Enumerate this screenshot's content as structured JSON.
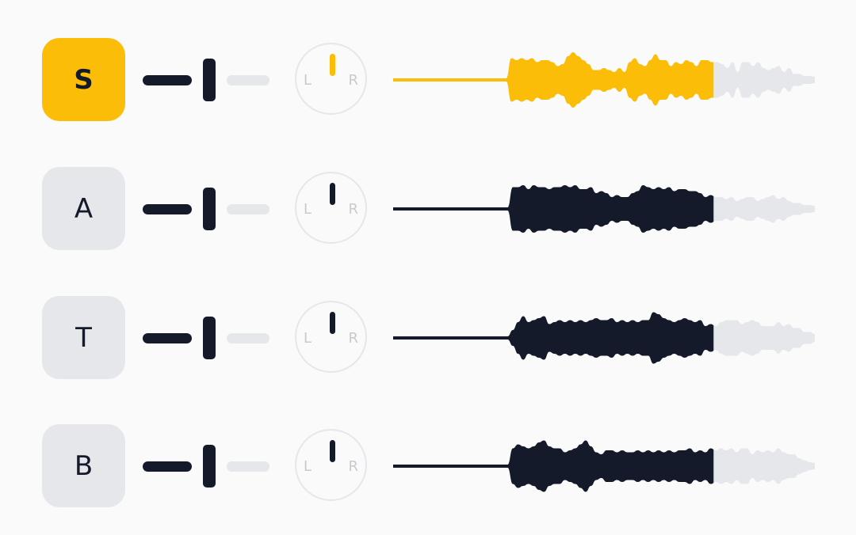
{
  "colors": {
    "background": "#fafafa",
    "accent": "#fbbd08",
    "ink": "#141a2a",
    "inactive": "#e6e7eb",
    "muted_label": "#c8cad0"
  },
  "pan_labels": {
    "left": "L",
    "right": "R"
  },
  "tracks": [
    {
      "label": "S",
      "active": true,
      "waveform": [
        0,
        0,
        0,
        0,
        0,
        0,
        0,
        0,
        0,
        0,
        0,
        0,
        0,
        0,
        0,
        0,
        0,
        0,
        0,
        0,
        0,
        0,
        0,
        0.55,
        0.5,
        0.55,
        0.5,
        0.55,
        0.45,
        0.5,
        0.5,
        0.45,
        0.35,
        0.4,
        0.6,
        0.7,
        0.6,
        0.5,
        0.4,
        0.25,
        0.25,
        0.3,
        0.25,
        0.2,
        0.3,
        0.2,
        0.45,
        0.55,
        0.4,
        0.35,
        0.5,
        0.65,
        0.5,
        0.5,
        0.35,
        0.45,
        0.4,
        0.5,
        0.45,
        0.35,
        0.5,
        0.5,
        0.45,
        0.45,
        0.4,
        0.3,
        0.45,
        0.2,
        0.45,
        0.45,
        0.35,
        0.45,
        0.3,
        0.25,
        0.3,
        0.35,
        0.2,
        0.3,
        0.15,
        0.15,
        0.1,
        0.1,
        0.08
      ],
      "progress": 0.76
    },
    {
      "label": "A",
      "active": false,
      "waveform": [
        0,
        0,
        0,
        0,
        0,
        0,
        0,
        0,
        0,
        0,
        0,
        0,
        0,
        0,
        0,
        0,
        0,
        0,
        0,
        0,
        0,
        0,
        0,
        0.55,
        0.55,
        0.6,
        0.5,
        0.6,
        0.55,
        0.55,
        0.5,
        0.55,
        0.55,
        0.6,
        0.55,
        0.6,
        0.5,
        0.5,
        0.55,
        0.4,
        0.45,
        0.4,
        0.3,
        0.35,
        0.3,
        0.3,
        0.4,
        0.45,
        0.6,
        0.55,
        0.5,
        0.55,
        0.5,
        0.55,
        0.45,
        0.5,
        0.5,
        0.45,
        0.45,
        0.4,
        0.3,
        0.35,
        0.3,
        0.3,
        0.25,
        0.3,
        0.2,
        0.25,
        0.3,
        0.3,
        0.2,
        0.25,
        0.3,
        0.35,
        0.25,
        0.3,
        0.2,
        0.15,
        0.15,
        0.1,
        0.1,
        0.08
      ],
      "progress": 0.76
    },
    {
      "label": "T",
      "active": false,
      "waveform": [
        0,
        0,
        0,
        0,
        0,
        0,
        0,
        0,
        0,
        0,
        0,
        0,
        0,
        0,
        0,
        0,
        0,
        0,
        0,
        0,
        0,
        0,
        0,
        0.2,
        0.4,
        0.55,
        0.4,
        0.45,
        0.5,
        0.55,
        0.35,
        0.4,
        0.45,
        0.4,
        0.45,
        0.4,
        0.45,
        0.4,
        0.45,
        0.5,
        0.45,
        0.45,
        0.5,
        0.4,
        0.45,
        0.4,
        0.45,
        0.4,
        0.45,
        0.45,
        0.65,
        0.6,
        0.5,
        0.45,
        0.4,
        0.45,
        0.5,
        0.45,
        0.4,
        0.45,
        0.3,
        0.35,
        0.3,
        0.4,
        0.45,
        0.45,
        0.45,
        0.35,
        0.4,
        0.45,
        0.4,
        0.3,
        0.3,
        0.3,
        0.4,
        0.3,
        0.35,
        0.25,
        0.25,
        0.15,
        0.15,
        0.1
      ],
      "progress": 0.76
    },
    {
      "label": "B",
      "active": false,
      "waveform": [
        0,
        0,
        0,
        0,
        0,
        0,
        0,
        0,
        0,
        0,
        0,
        0,
        0,
        0,
        0,
        0,
        0,
        0,
        0,
        0,
        0,
        0,
        0,
        0.45,
        0.55,
        0.5,
        0.45,
        0.5,
        0.6,
        0.65,
        0.5,
        0.45,
        0.45,
        0.35,
        0.4,
        0.45,
        0.55,
        0.65,
        0.5,
        0.35,
        0.3,
        0.4,
        0.4,
        0.35,
        0.4,
        0.35,
        0.35,
        0.4,
        0.35,
        0.4,
        0.35,
        0.4,
        0.35,
        0.4,
        0.35,
        0.4,
        0.4,
        0.45,
        0.35,
        0.4,
        0.35,
        0.45,
        0.4,
        0.45,
        0.4,
        0.45,
        0.35,
        0.45,
        0.45,
        0.3,
        0.4,
        0.35,
        0.4,
        0.35,
        0.45,
        0.35,
        0.3,
        0.3,
        0.2,
        0.15,
        0.1,
        0.08
      ],
      "progress": 0.76
    }
  ]
}
